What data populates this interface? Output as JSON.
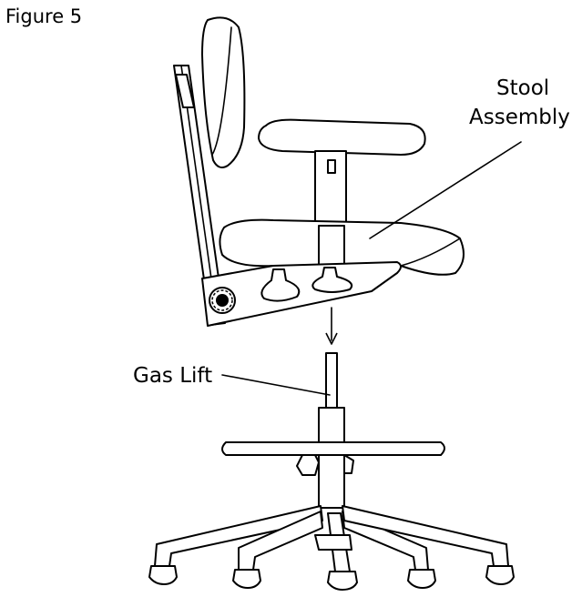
{
  "figure": {
    "title": "Figure 5"
  },
  "labels": {
    "stool_assembly_line1": "Stool",
    "stool_assembly_line2": "Assembly",
    "gas_lift": "Gas Lift"
  }
}
